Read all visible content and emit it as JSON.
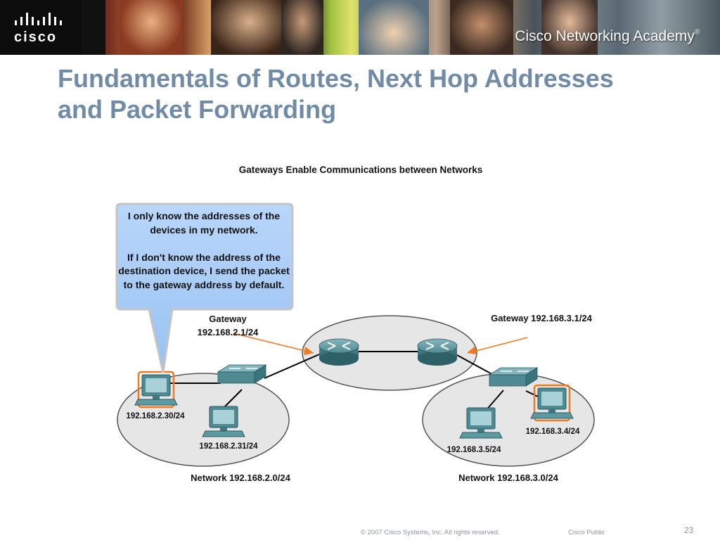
{
  "header": {
    "logo_text": "cisco",
    "academy_text": "Cisco Networking Academy",
    "academy_mark": "®"
  },
  "title": {
    "line1": "Fundamentals of Routes, Next Hop Addresses",
    "line2": "and Packet Forwarding"
  },
  "diagram": {
    "caption": "Gateways Enable Communications between Networks",
    "callout": {
      "paragraph1": "I only know the addresses of the devices in my network.",
      "paragraph2": "If I don't know the address of the destination device, I send the packet to the gateway address by default."
    },
    "gateway_left": {
      "line1": "Gateway",
      "line2": "192.168.2.1/24"
    },
    "gateway_right": "Gateway 192.168.3.1/24",
    "hosts": {
      "h1": "192.168.2.30/24",
      "h2": "192.168.2.31/24",
      "h3": "192.168.3.5/24",
      "h4": "192.168.3.4/24"
    },
    "networks": {
      "left": "Network 192.168.2.0/24",
      "right": "Network 192.168.3.0/24"
    },
    "colors": {
      "callout_fill": "#a9cdf7",
      "pointer": "#f07a22",
      "device": "#4f8a93",
      "cloud": "#e6e6e6"
    }
  },
  "footer": {
    "copyright": "© 2007 Cisco Systems, Inc. All rights reserved.",
    "classification": "Cisco Public",
    "page_number": "23"
  }
}
